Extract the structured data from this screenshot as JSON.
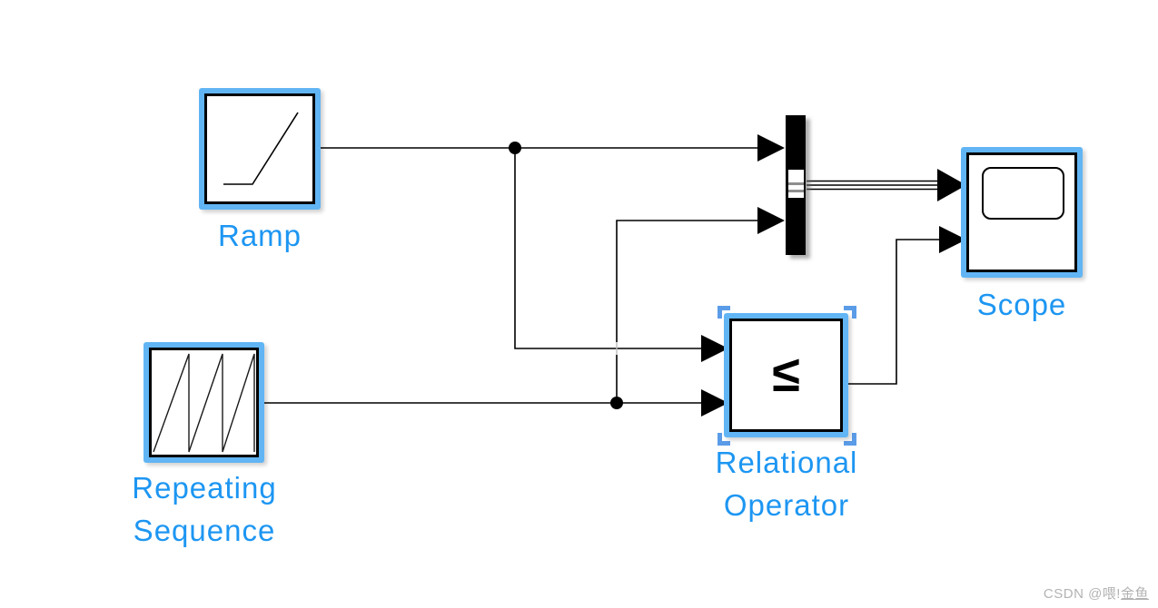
{
  "app": {
    "context": "simulink-model-canvas"
  },
  "colors": {
    "selection_glow": "#61b5f4",
    "selection_bracket": "#5b9ce8",
    "label_blue": "#1d96f2",
    "line_black": "#000000",
    "mux_fill": "#000000",
    "port_line_gray": "#8e8e8e",
    "watermark_gray": "#b3b3b3",
    "canvas_background": "#ffffff"
  },
  "blocks": {
    "ramp": {
      "label": "Ramp",
      "type": "Ramp source",
      "icon": "ramp-icon",
      "selected": true
    },
    "repeating_sequence": {
      "label_line1": "Repeating",
      "label_line2": "Sequence",
      "type": "Repeating Sequence source",
      "icon": "sawtooth-icon",
      "selected": true
    },
    "mux": {
      "type": "Mux",
      "icon": "mux-bar",
      "selected": false
    },
    "relational_operator": {
      "symbol": "≤",
      "label_line1": "Relational",
      "label_line2": "Operator",
      "type": "Relational Operator",
      "selected": true
    },
    "scope": {
      "label": "Scope",
      "type": "Scope",
      "icon": "scope-screen-icon",
      "selected": true
    }
  },
  "connections": [
    {
      "from": "ramp",
      "to": "mux-input-1",
      "branch_dot": true
    },
    {
      "from": "ramp-branch",
      "to": "relational-operator-input-1"
    },
    {
      "from": "repeating-sequence",
      "to": "relational-operator-input-2",
      "branch_dot": true
    },
    {
      "from": "repeating-sequence-branch",
      "to": "mux-input-2"
    },
    {
      "from": "mux-output",
      "to": "scope-input-1",
      "style": "bus-triple-line"
    },
    {
      "from": "relational-operator-output",
      "to": "scope-input-2"
    }
  ],
  "watermark": {
    "prefix": "CSDN @喂!",
    "suffix": "金鱼"
  }
}
